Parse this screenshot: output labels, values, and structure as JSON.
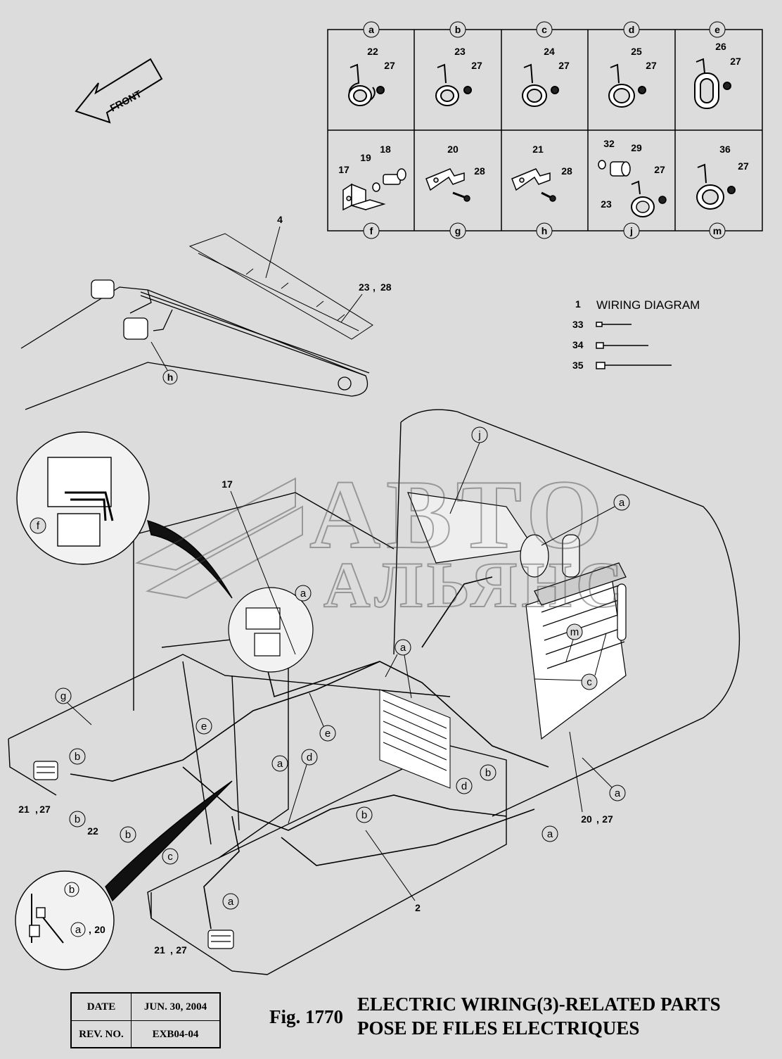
{
  "header": {
    "front_label": "FRONT"
  },
  "callouts": {
    "columns_top": [
      "a",
      "b",
      "c",
      "d",
      "e"
    ],
    "columns_bottom": [
      "f",
      "g",
      "h",
      "j",
      "m"
    ],
    "a": {
      "part": "22",
      "nut": "27"
    },
    "b": {
      "part": "23",
      "nut": "27"
    },
    "c": {
      "part": "24",
      "nut": "27"
    },
    "d": {
      "part": "25",
      "nut": "27"
    },
    "e": {
      "part": "26",
      "nut": "27"
    },
    "f": {
      "bracket": "17",
      "washer": "19",
      "bolt": "18"
    },
    "g": {
      "plate": "20",
      "bolt": "28"
    },
    "h": {
      "plate": "21",
      "bolt": "28"
    },
    "j": {
      "washer": "32",
      "sleeve": "29",
      "nut": "27",
      "clamp": "23"
    },
    "m": {
      "part": "36",
      "nut": "27"
    }
  },
  "legend": {
    "items": [
      {
        "no": "1",
        "desc": "WIRING DIAGRAM"
      },
      {
        "no": "33",
        "desc": ""
      },
      {
        "no": "34",
        "desc": ""
      },
      {
        "no": "35",
        "desc": ""
      }
    ]
  },
  "boom_labels": {
    "harness": "4",
    "fixing": "23",
    "fixing2": "28",
    "clamp_h": "h",
    "comma": ","
  },
  "main_labels": {
    "l17": "17",
    "l2": "2",
    "l22": "22",
    "l21a": "21",
    "l27a": "27",
    "l20": "20",
    "l27b": "27",
    "l21b": "21",
    "l27c": "27",
    "l20b": "20",
    "a": "a",
    "b": "b",
    "c": "c",
    "d": "d",
    "e": "e",
    "f": "f",
    "g": "g",
    "j": "j",
    "m": "m"
  },
  "watermark": {
    "line1": "АВТО",
    "line2": "АЛЬЯНС"
  },
  "footer": {
    "date_label": "DATE",
    "date_value": "JUN. 30, 2004",
    "rev_label": "REV. NO.",
    "rev_value": "EXB04-04",
    "fig_no": "Fig. 1770",
    "title_en": "ELECTRIC WIRING(3)-RELATED PARTS",
    "title_fr": "POSE DE FILES ELECTRIQUES"
  }
}
